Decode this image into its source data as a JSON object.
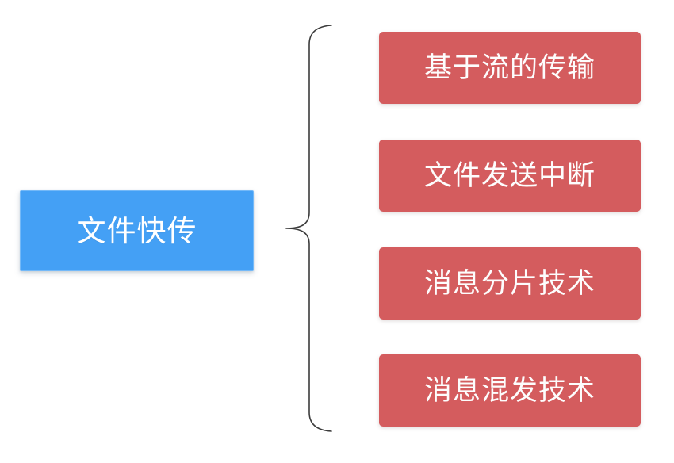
{
  "diagram": {
    "type": "bracket-mindmap",
    "orientation": "left-to-right",
    "background_color": "#ffffff",
    "root": {
      "label": "文件快传",
      "fill_color": "#44a0f5",
      "border_color": "#74b9f8",
      "text_color": "#ffffff"
    },
    "connector": {
      "kind": "curly-brace",
      "direction": "opens-right",
      "stroke_color": "#3c3c3c",
      "stroke_width": 1.6
    },
    "branches": [
      {
        "label": "基于流的传输",
        "fill_color": "#d45c5e",
        "text_color": "#fdfdfd"
      },
      {
        "label": "文件发送中断",
        "fill_color": "#d45c5e",
        "text_color": "#fdfdfd"
      },
      {
        "label": "消息分片技术",
        "fill_color": "#d45c5e",
        "text_color": "#fdfdfd"
      },
      {
        "label": "消息混发技术",
        "fill_color": "#d45c5e",
        "text_color": "#fdfdfd"
      }
    ]
  }
}
